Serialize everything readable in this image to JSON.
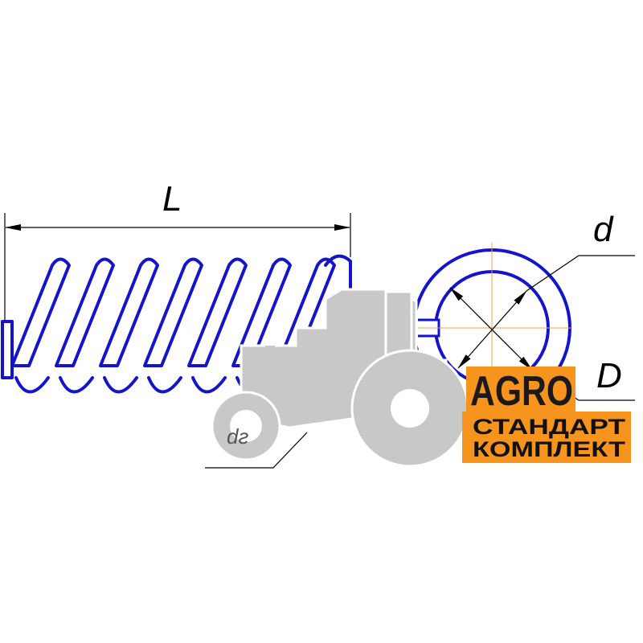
{
  "dimensions": {
    "length_label": "L",
    "wire_diameter_label": "d",
    "outer_diameter_label": "D",
    "rod_label": "dг"
  },
  "watermark": {
    "brand": "AGRO",
    "line1": "СТАНДАРТ",
    "line2": "КОМПЛЕКТ"
  },
  "colors": {
    "spring": "#1414cc",
    "center_lines": "#f2a24a",
    "logo_bg": "#f7941d",
    "tractor": "#c8c8c8"
  }
}
